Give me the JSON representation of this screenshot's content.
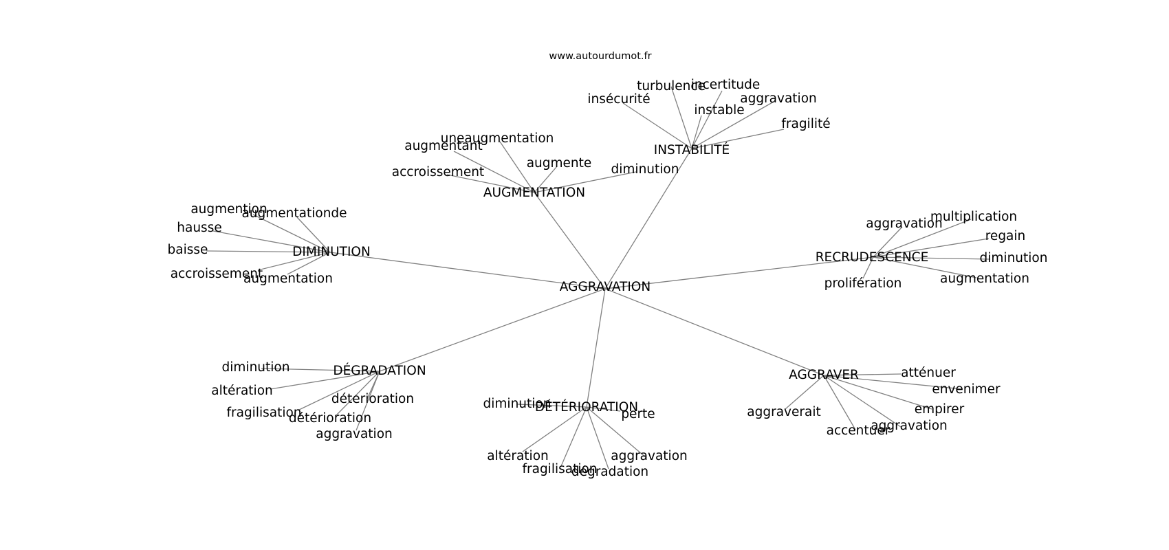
{
  "source": "www.autourdumot.fr",
  "graph": {
    "center": "AGGRAVATION",
    "hubs": [
      {
        "id": "instabilite",
        "label": "INSTABILITÉ",
        "children": [
          "insécurité",
          "turbulence",
          "incertitude",
          "instable",
          "aggravation",
          "fragilité"
        ]
      },
      {
        "id": "augmentation",
        "label": "AUGMENTATION",
        "children": [
          "uneaugmentation",
          "augmentant",
          "accroissement",
          "augmente",
          "diminution"
        ]
      },
      {
        "id": "diminution",
        "label": "DIMINUTION",
        "children": [
          "augmention",
          "augmentationde",
          "hausse",
          "baisse",
          "accroissement",
          "augmentation"
        ]
      },
      {
        "id": "recrudescence",
        "label": "RECRUDESCENCE",
        "children": [
          "aggravation",
          "multiplication",
          "regain",
          "diminution",
          "prolifération",
          "augmentation"
        ]
      },
      {
        "id": "degradation",
        "label": "DÉGRADATION",
        "children": [
          "diminution",
          "altération",
          "fragilisation",
          "déterioration",
          "détérioration",
          "aggravation"
        ]
      },
      {
        "id": "deterioration",
        "label": "DÉTÉRIORATION",
        "children": [
          "diminution",
          "perte",
          "altération",
          "fragilisation",
          "dégradation",
          "aggravation"
        ]
      },
      {
        "id": "aggraver",
        "label": "AGGRAVER",
        "children": [
          "atténuer",
          "envenimer",
          "aggraverait",
          "empirer",
          "accentuer",
          "aggravation"
        ]
      }
    ]
  }
}
